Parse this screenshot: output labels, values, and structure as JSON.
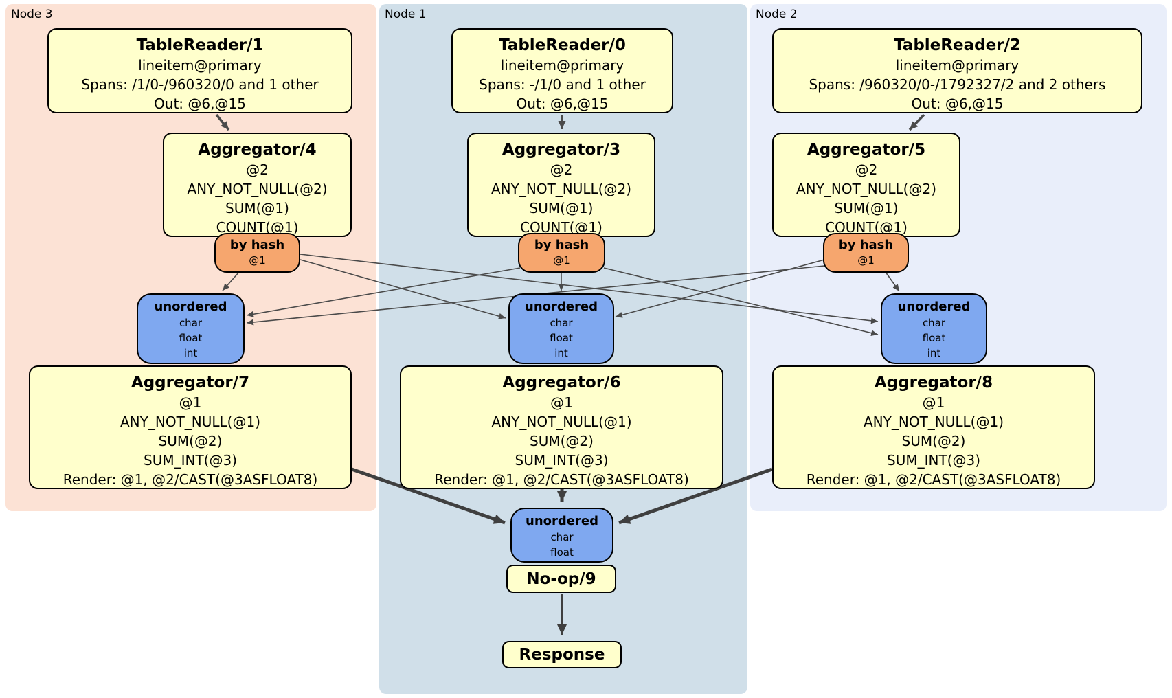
{
  "nodes": {
    "node3": {
      "label": "Node 3",
      "bg": "#fce2d5"
    },
    "node1": {
      "label": "Node 1",
      "bg": "#d0dfe9"
    },
    "node2": {
      "label": "Node 2",
      "bg": "#e9eefa"
    }
  },
  "colors": {
    "processor_fill": "#ffffcc",
    "router_fill": "#f6a66e",
    "sync_fill": "#7fa8f0",
    "edge_thin": "#4a4a4a",
    "edge_thick": "#3f3f3f"
  },
  "boxes": {
    "tr1": {
      "title": "TableReader/1",
      "lines": [
        "lineitem@primary",
        "Spans: /1/0-/960320/0 and 1 other",
        "Out: @6,@15"
      ]
    },
    "tr0": {
      "title": "TableReader/0",
      "lines": [
        "lineitem@primary",
        "Spans: -/1/0 and 1 other",
        "Out: @6,@15"
      ]
    },
    "tr2": {
      "title": "TableReader/2",
      "lines": [
        "lineitem@primary",
        "Spans: /960320/0-/1792327/2 and 2 others",
        "Out: @6,@15"
      ]
    },
    "agg4": {
      "title": "Aggregator/4",
      "lines": [
        "@2",
        "ANY_NOT_NULL(@2)",
        "SUM(@1)",
        "COUNT(@1)"
      ]
    },
    "agg3": {
      "title": "Aggregator/3",
      "lines": [
        "@2",
        "ANY_NOT_NULL(@2)",
        "SUM(@1)",
        "COUNT(@1)"
      ]
    },
    "agg5": {
      "title": "Aggregator/5",
      "lines": [
        "@2",
        "ANY_NOT_NULL(@2)",
        "SUM(@1)",
        "COUNT(@1)"
      ]
    },
    "agg7": {
      "title": "Aggregator/7",
      "lines": [
        "@1",
        "ANY_NOT_NULL(@1)",
        "SUM(@2)",
        "SUM_INT(@3)",
        "Render: @1, @2/CAST(@3ASFLOAT8)"
      ]
    },
    "agg6": {
      "title": "Aggregator/6",
      "lines": [
        "@1",
        "ANY_NOT_NULL(@1)",
        "SUM(@2)",
        "SUM_INT(@3)",
        "Render: @1, @2/CAST(@3ASFLOAT8)"
      ]
    },
    "agg8": {
      "title": "Aggregator/8",
      "lines": [
        "@1",
        "ANY_NOT_NULL(@1)",
        "SUM(@2)",
        "SUM_INT(@3)",
        "Render: @1, @2/CAST(@3ASFLOAT8)"
      ]
    },
    "noop": {
      "title": "No-op/9"
    },
    "response": {
      "title": "Response"
    }
  },
  "routers": {
    "node3": {
      "title": "by hash",
      "key": "@1"
    },
    "node1": {
      "title": "by hash",
      "key": "@1"
    },
    "node2": {
      "title": "by hash",
      "key": "@1"
    }
  },
  "syncs": {
    "node3": {
      "title": "unordered",
      "types": [
        "char",
        "float",
        "int"
      ]
    },
    "node1": {
      "title": "unordered",
      "types": [
        "char",
        "float",
        "int"
      ]
    },
    "node2": {
      "title": "unordered",
      "types": [
        "char",
        "float",
        "int"
      ]
    },
    "final": {
      "title": "unordered",
      "types": [
        "char",
        "float"
      ]
    }
  }
}
